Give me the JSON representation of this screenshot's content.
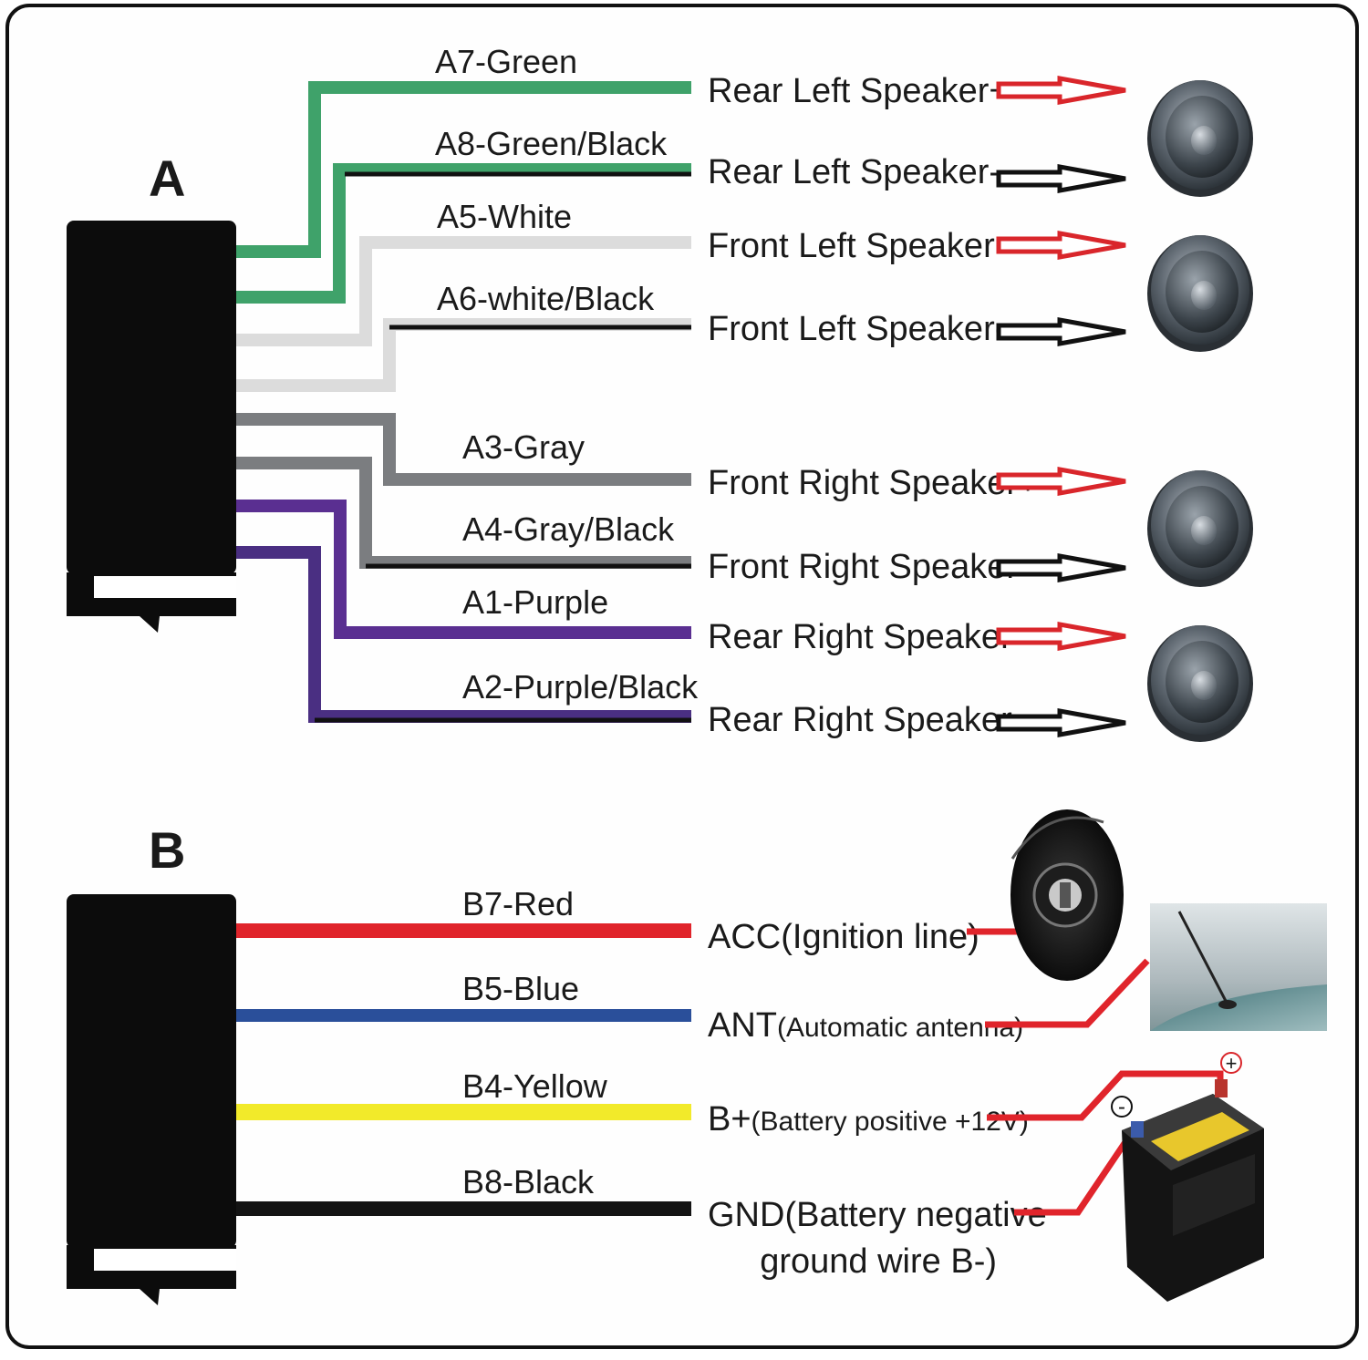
{
  "connectors": {
    "a": {
      "label": "A"
    },
    "b": {
      "label": "B"
    }
  },
  "section_a": {
    "wires": [
      {
        "code": "A7-Green",
        "color": "#3fa26a",
        "stripe": null,
        "destination": "Rear Left Speaker+",
        "arrow": "red"
      },
      {
        "code": "A8-Green/Black",
        "color": "#3fa26a",
        "stripe": "#111111",
        "destination": "Rear Left Speaker-",
        "arrow": "black"
      },
      {
        "code": "A5-White",
        "color": "#dcdcdc",
        "stripe": null,
        "destination": "Front Left Speaker+",
        "arrow": "red"
      },
      {
        "code": "A6-white/Black",
        "color": "#dcdcdc",
        "stripe": "#111111",
        "destination": "Front Left Speaker-",
        "arrow": "black"
      },
      {
        "code": "A3-Gray",
        "color": "#7b7d80",
        "stripe": null,
        "destination": "Front Right Speaker+",
        "arrow": "red"
      },
      {
        "code": "A4-Gray/Black",
        "color": "#7b7d80",
        "stripe": "#111111",
        "destination": "Front Right Speaker-",
        "arrow": "black"
      },
      {
        "code": "A1-Purple",
        "color": "#5a2f91",
        "stripe": null,
        "destination": "Rear Right Speaker+",
        "arrow": "red"
      },
      {
        "code": "A2-Purple/Black",
        "color": "#4a2f82",
        "stripe": "#111111",
        "destination": "Rear Right Speaker-",
        "arrow": "black"
      }
    ]
  },
  "section_b": {
    "wires": [
      {
        "code": "B7-Red",
        "color": "#e0242b",
        "destination_main": "ACC(Ignition line)",
        "destination_detail": ""
      },
      {
        "code": "B5-Blue",
        "color": "#2a4f9a",
        "destination_main": "ANT",
        "destination_detail": "(Automatic antenna)"
      },
      {
        "code": "B4-Yellow",
        "color": "#f2ea2a",
        "destination_main": "B+",
        "destination_detail": "(Battery positive +12V)"
      },
      {
        "code": "B8-Black",
        "color": "#141414",
        "destination_main": "GND(Battery negative",
        "destination_detail": "ground wire B-)"
      }
    ]
  },
  "battery": {
    "plus_label": "+",
    "minus_label": "-"
  },
  "icons": {
    "speaker": "speaker-icon",
    "ignition": "ignition-switch-icon",
    "antenna": "car-antenna-icon",
    "battery": "car-battery-icon"
  },
  "colors": {
    "arrow_red": "#d9262b",
    "connection_red": "#e0242b",
    "frame": "#111111"
  }
}
